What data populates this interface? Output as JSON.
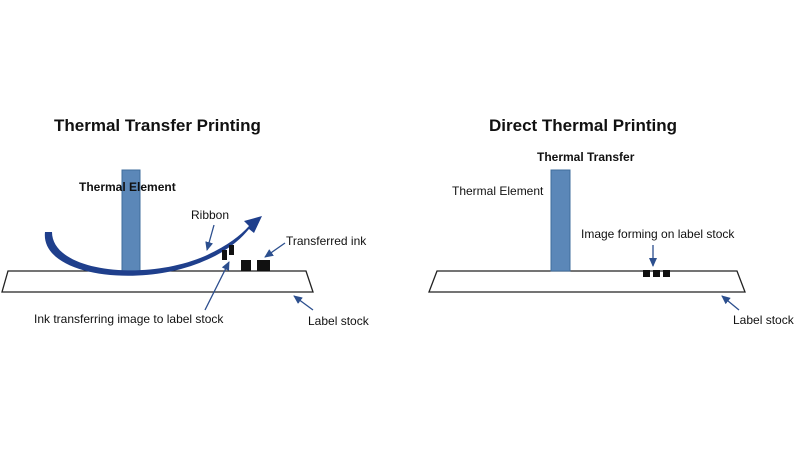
{
  "left_panel": {
    "title": "Thermal Transfer Printing",
    "thermal_element_label": "Thermal Element",
    "ribbon_label": "Ribbon",
    "transferred_ink_label": "Transferred ink",
    "ink_transferring_label": "Ink transferring image to label stock",
    "label_stock_label": "Label stock"
  },
  "right_panel": {
    "title": "Direct Thermal Printing",
    "subtitle": "Thermal Transfer",
    "thermal_element_label": "Thermal Element",
    "image_forming_label": "Image forming on label stock",
    "label_stock_label": "Label stock"
  },
  "colors": {
    "thermal_element": "#5b87b8",
    "thermal_element_stroke": "#3f6c9c",
    "ribbon": "#1f3f8c",
    "arrow": "#2c4f8e",
    "ink": "#111111",
    "outline": "#222222"
  }
}
